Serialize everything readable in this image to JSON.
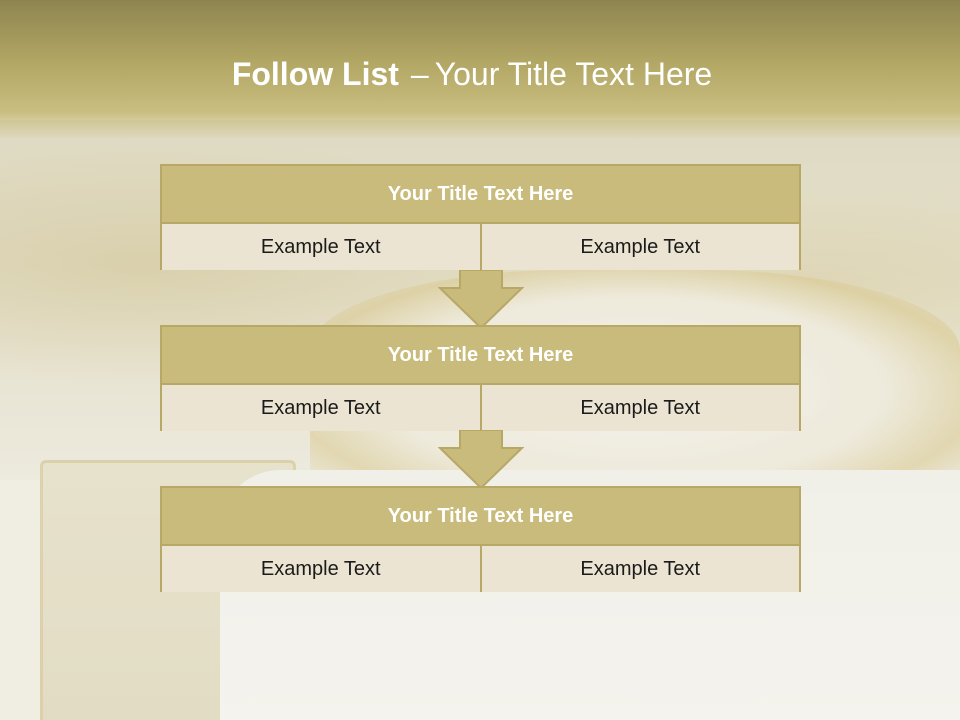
{
  "slide": {
    "title_bold": "Follow List",
    "title_dash": "–",
    "title_rest": "Your Title Text Here"
  },
  "steps": [
    {
      "title": "Your Title Text Here",
      "left": "Example Text",
      "right": "Example Text"
    },
    {
      "title": "Your Title Text Here",
      "left": "Example Text",
      "right": "Example Text"
    },
    {
      "title": "Your Title Text Here",
      "left": "Example Text",
      "right": "Example Text"
    }
  ],
  "colors": {
    "header_fill": "#c9bb7c",
    "cell_fill": "#ebe4d2",
    "border": "#b8a866",
    "arrow_fill": "#c9bb7c"
  }
}
